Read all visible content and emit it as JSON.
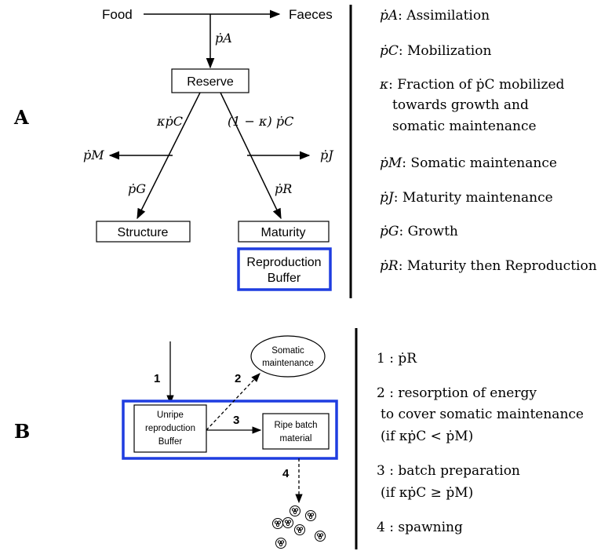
{
  "panel_a": {
    "label": "A",
    "food": "Food",
    "faeces": "Faeces",
    "pA": "ṗA",
    "reserve": "Reserve",
    "kappa_pC": "κṗC",
    "one_minus_kappa_pC": "(1 − κ) ṗC",
    "pM": "ṗM",
    "pJ": "ṗJ",
    "pG": "ṗG",
    "pR": "ṗR",
    "structure": "Structure",
    "maturity": "Maturity",
    "reproduction_buffer_line1": "Reproduction",
    "reproduction_buffer_line2": "Buffer",
    "legend": [
      {
        "sym": "ṗA",
        "text": ": Assimilation"
      },
      {
        "sym": "ṗC",
        "text": ": Mobilization"
      },
      {
        "sym": "κ",
        "text": ": Fraction of ṗC mobilized"
      },
      {
        "sym": "",
        "text": "towards growth and"
      },
      {
        "sym": "",
        "text": "somatic maintenance"
      },
      {
        "sym": "ṗM",
        "text": ": Somatic maintenance"
      },
      {
        "sym": "ṗJ",
        "text": ": Maturity maintenance"
      },
      {
        "sym": "ṗG",
        "text": ": Growth"
      },
      {
        "sym": "ṗR",
        "text": ": Maturity then Reproduction"
      }
    ]
  },
  "panel_b": {
    "label": "B",
    "somatic_line1": "Somatic",
    "somatic_line2": "maintenance",
    "unripe_line1": "Unripe",
    "unripe_line2": "reproduction",
    "unripe_line3": "Buffer",
    "ripe_line1": "Ripe batch",
    "ripe_line2": "material",
    "step1": "1",
    "step2": "2",
    "step3": "3",
    "step4": "4",
    "legend": [
      "1 : ṗR",
      "2 : resorption of energy",
      "to cover somatic maintenance",
      "(if κṗC < ṗM)",
      "3 : batch preparation",
      "(if κṗC ≥ ṗM)",
      "4 : spawning"
    ]
  },
  "colors": {
    "highlight_box": "#1f3de0",
    "ink": "#000000"
  }
}
